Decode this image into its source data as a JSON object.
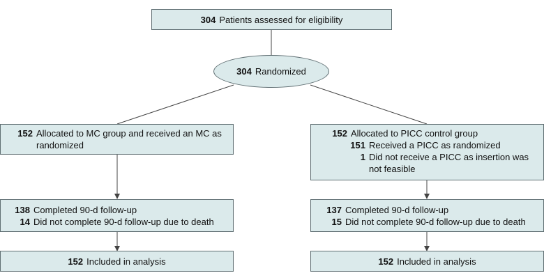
{
  "top": {
    "count": "304",
    "text": "Patients assessed for eligibility"
  },
  "randomized": {
    "count": "304",
    "text": "Randomized"
  },
  "left": {
    "allocation": {
      "count": "152",
      "text": "Allocated to MC group and received an MC as randomized"
    },
    "followup": [
      {
        "count": "138",
        "text": "Completed 90-d follow-up"
      },
      {
        "count": "14",
        "text": "Did not complete 90-d follow-up due to death"
      }
    ],
    "analysis": {
      "count": "152",
      "text": "Included in analysis"
    }
  },
  "right": {
    "allocation": {
      "count": "152",
      "text": "Allocated to PICC control group"
    },
    "allocation_sub": [
      {
        "count": "151",
        "text": "Received a PICC as randomized"
      },
      {
        "count": "1",
        "text": "Did not receive a PICC as insertion was not feasible"
      }
    ],
    "followup": [
      {
        "count": "137",
        "text": "Completed 90-d follow-up"
      },
      {
        "count": "15",
        "text": "Did not complete 90-d follow-up due to death"
      }
    ],
    "analysis": {
      "count": "152",
      "text": "Included in analysis"
    }
  },
  "colors": {
    "box_fill": "#dbeaeb",
    "border": "#5f6e72",
    "line": "#444444"
  }
}
